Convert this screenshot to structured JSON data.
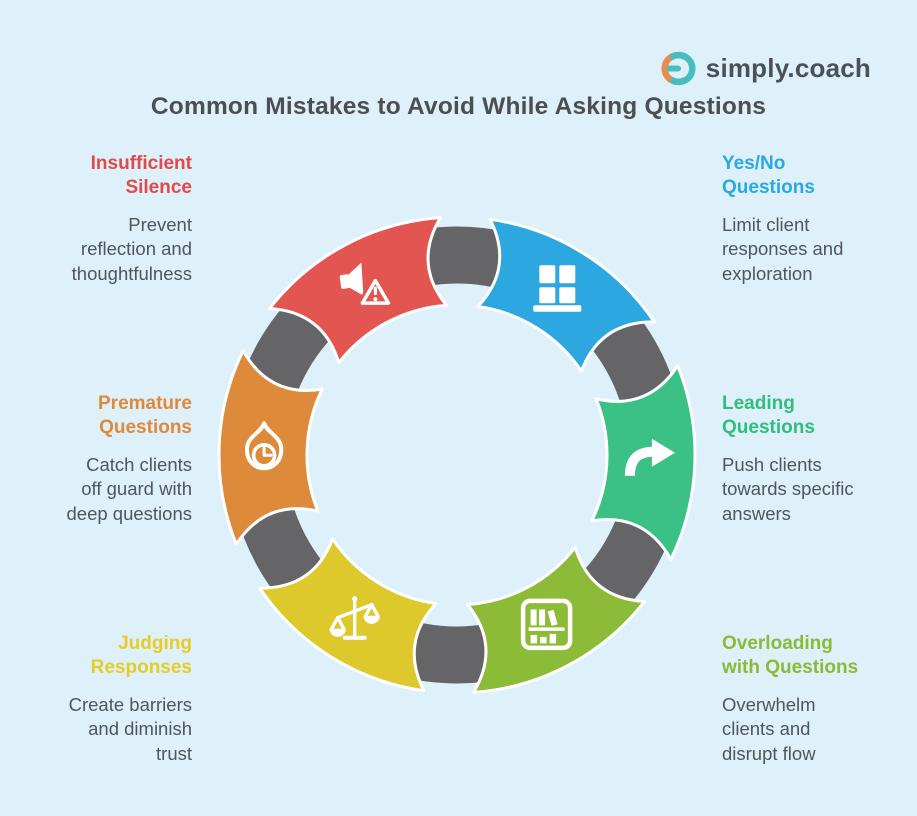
{
  "page": {
    "background": "#def0f9"
  },
  "logo": {
    "text": "simply.coach",
    "text_color": "#4b5056",
    "orange": "#ef8a4c",
    "teal": "#45bdc1"
  },
  "title": {
    "text": "Common Mistakes to Avoid While Asking Questions",
    "color": "#4c4e51"
  },
  "diagram": {
    "ring_color": "#656567",
    "stroke_color": "#ffffff",
    "items": [
      {
        "id": "insufficient-silence",
        "heading": "Insufficient\nSilence",
        "body": "Prevent\nreflection and\nthoughtfulness",
        "color": "#e25550",
        "heading_color": "#e04a4a",
        "icon": "speaker-alert-icon",
        "position": "top-left",
        "angle": 332
      },
      {
        "id": "yes-no-questions",
        "heading": "Yes/No\nQuestions",
        "body": "Limit client\nresponses and\nexploration",
        "color": "#2ca7e0",
        "heading_color": "#29a9e1",
        "icon": "window-icon",
        "position": "top-right",
        "angle": 32
      },
      {
        "id": "leading-questions",
        "heading": "Leading\nQuestions",
        "body": "Push clients\ntowards specific\nanswers",
        "color": "#3bc186",
        "heading_color": "#2fbe7d",
        "icon": "redo-arrow-icon",
        "position": "middle-right",
        "angle": 92
      },
      {
        "id": "overloading-with-questions",
        "heading": "Overloading\nwith Questions",
        "body": "Overwhelm\nclients and\ndisrupt flow",
        "color": "#8cbb37",
        "heading_color": "#8bba39",
        "icon": "bookshelf-icon",
        "position": "bottom-right",
        "angle": 152
      },
      {
        "id": "judging-responses",
        "heading": "Judging\nResponses",
        "body": "Create barriers\nand diminish\ntrust",
        "color": "#ddc92b",
        "heading_color": "#e5cd26",
        "icon": "scales-icon",
        "position": "bottom-left",
        "angle": 212
      },
      {
        "id": "premature-questions",
        "heading": "Premature\nQuestions",
        "body": "Catch clients\noff guard with\ndeep questions",
        "color": "#dd8b3a",
        "heading_color": "#e1893a",
        "icon": "flame-clock-icon",
        "position": "middle-left",
        "angle": 272
      }
    ]
  }
}
